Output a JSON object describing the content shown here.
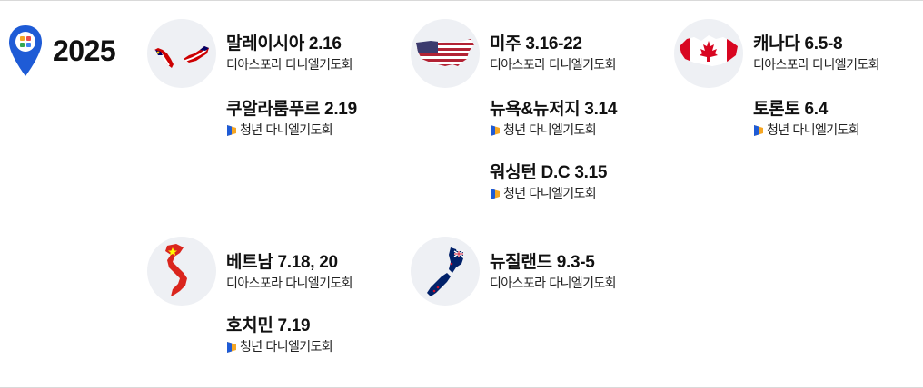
{
  "year": "2025",
  "icons": {
    "pin": "location-pin-icon",
    "logo": "youth-logo-icon"
  },
  "colors": {
    "pin": "#1e5bd6",
    "circle": "#eef0f4",
    "text": "#111111"
  },
  "countries": [
    {
      "id": "malaysia",
      "events": [
        {
          "title": "말레이시아 2.16",
          "sub": "디아스포라 다니엘기도회",
          "youth": false
        },
        {
          "title": "쿠알라룸푸르 2.19",
          "sub": "청년 다니엘기도회",
          "youth": true
        }
      ]
    },
    {
      "id": "usa",
      "events": [
        {
          "title": "미주 3.16-22",
          "sub": "디아스포라 다니엘기도회",
          "youth": false
        },
        {
          "title": "뉴욕&뉴저지 3.14",
          "sub": "청년 다니엘기도회",
          "youth": true
        },
        {
          "title": "워싱턴 D.C 3.15",
          "sub": "청년 다니엘기도회",
          "youth": true
        }
      ]
    },
    {
      "id": "canada",
      "events": [
        {
          "title": "캐나다 6.5-8",
          "sub": "디아스포라 다니엘기도회",
          "youth": false
        },
        {
          "title": "토론토 6.4",
          "sub": "청년 다니엘기도회",
          "youth": true
        }
      ]
    },
    {
      "id": "vietnam",
      "events": [
        {
          "title": "베트남 7.18, 20",
          "sub": "디아스포라 다니엘기도회",
          "youth": false
        },
        {
          "title": "호치민 7.19",
          "sub": "청년 다니엘기도회",
          "youth": true
        }
      ]
    },
    {
      "id": "newzealand",
      "events": [
        {
          "title": "뉴질랜드 9.3-5",
          "sub": "디아스포라 다니엘기도회",
          "youth": false
        }
      ]
    }
  ]
}
